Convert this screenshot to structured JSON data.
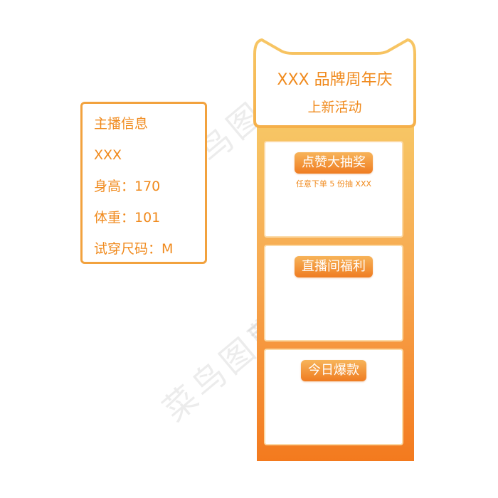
{
  "watermark": "菜鸟图库",
  "info_card": {
    "lines": [
      "主播信息",
      "XXX",
      "身高：170",
      "体重：101",
      "试穿尺码：M"
    ]
  },
  "stand": {
    "title": "XXX 品牌周年庆",
    "subtitle": "上新活动",
    "panels": [
      {
        "label": "点赞大抽奖",
        "note": "任意下单 5 份抽 XXX"
      },
      {
        "label": "直播间福利",
        "note": ""
      },
      {
        "label": "今日爆款",
        "note": ""
      }
    ]
  },
  "colors": {
    "accent": "#f08a1d",
    "border": "#f2a23e",
    "gradient_top": "#f7c665",
    "gradient_bottom": "#f37a1e"
  }
}
